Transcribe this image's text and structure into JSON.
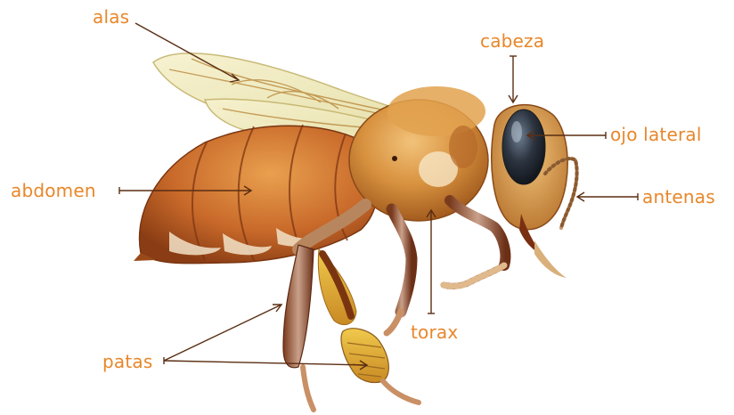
{
  "colors": {
    "label": "#e8872a",
    "leader": "#5a2d12"
  },
  "labels": {
    "alas": "alas",
    "cabeza": "cabeza",
    "ojo_lateral": "ojo lateral",
    "abdomen": "abdomen",
    "antenas": "antenas",
    "torax": "torax",
    "patas": "patas"
  }
}
